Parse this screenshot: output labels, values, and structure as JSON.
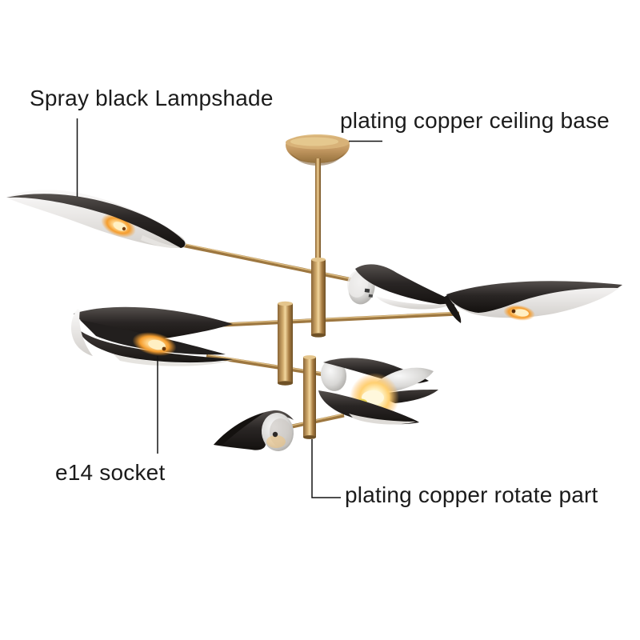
{
  "image_type": "annotated product diagram of a 6-light modern chandelier",
  "labels": {
    "lampshade": "Spray black Lampshade",
    "ceiling_base": "plating copper ceiling base",
    "socket": "e14 socket",
    "rotate_part": "plating copper rotate part"
  },
  "colors": {
    "background": "#ffffff",
    "text": "#1b1b1b",
    "annotation_line": "#141414",
    "brass_mid": "#b68d52",
    "brass_light": "#eed7a2",
    "brass_dark": "#7c5a2d",
    "shade_black": "#1d1a18",
    "shade_black_highlight": "#55504d",
    "shade_white": "#f4f2f0",
    "chrome": "#c9c9c9",
    "glow_core": "#fff6d2",
    "glow_warm": "#f49b2c"
  }
}
